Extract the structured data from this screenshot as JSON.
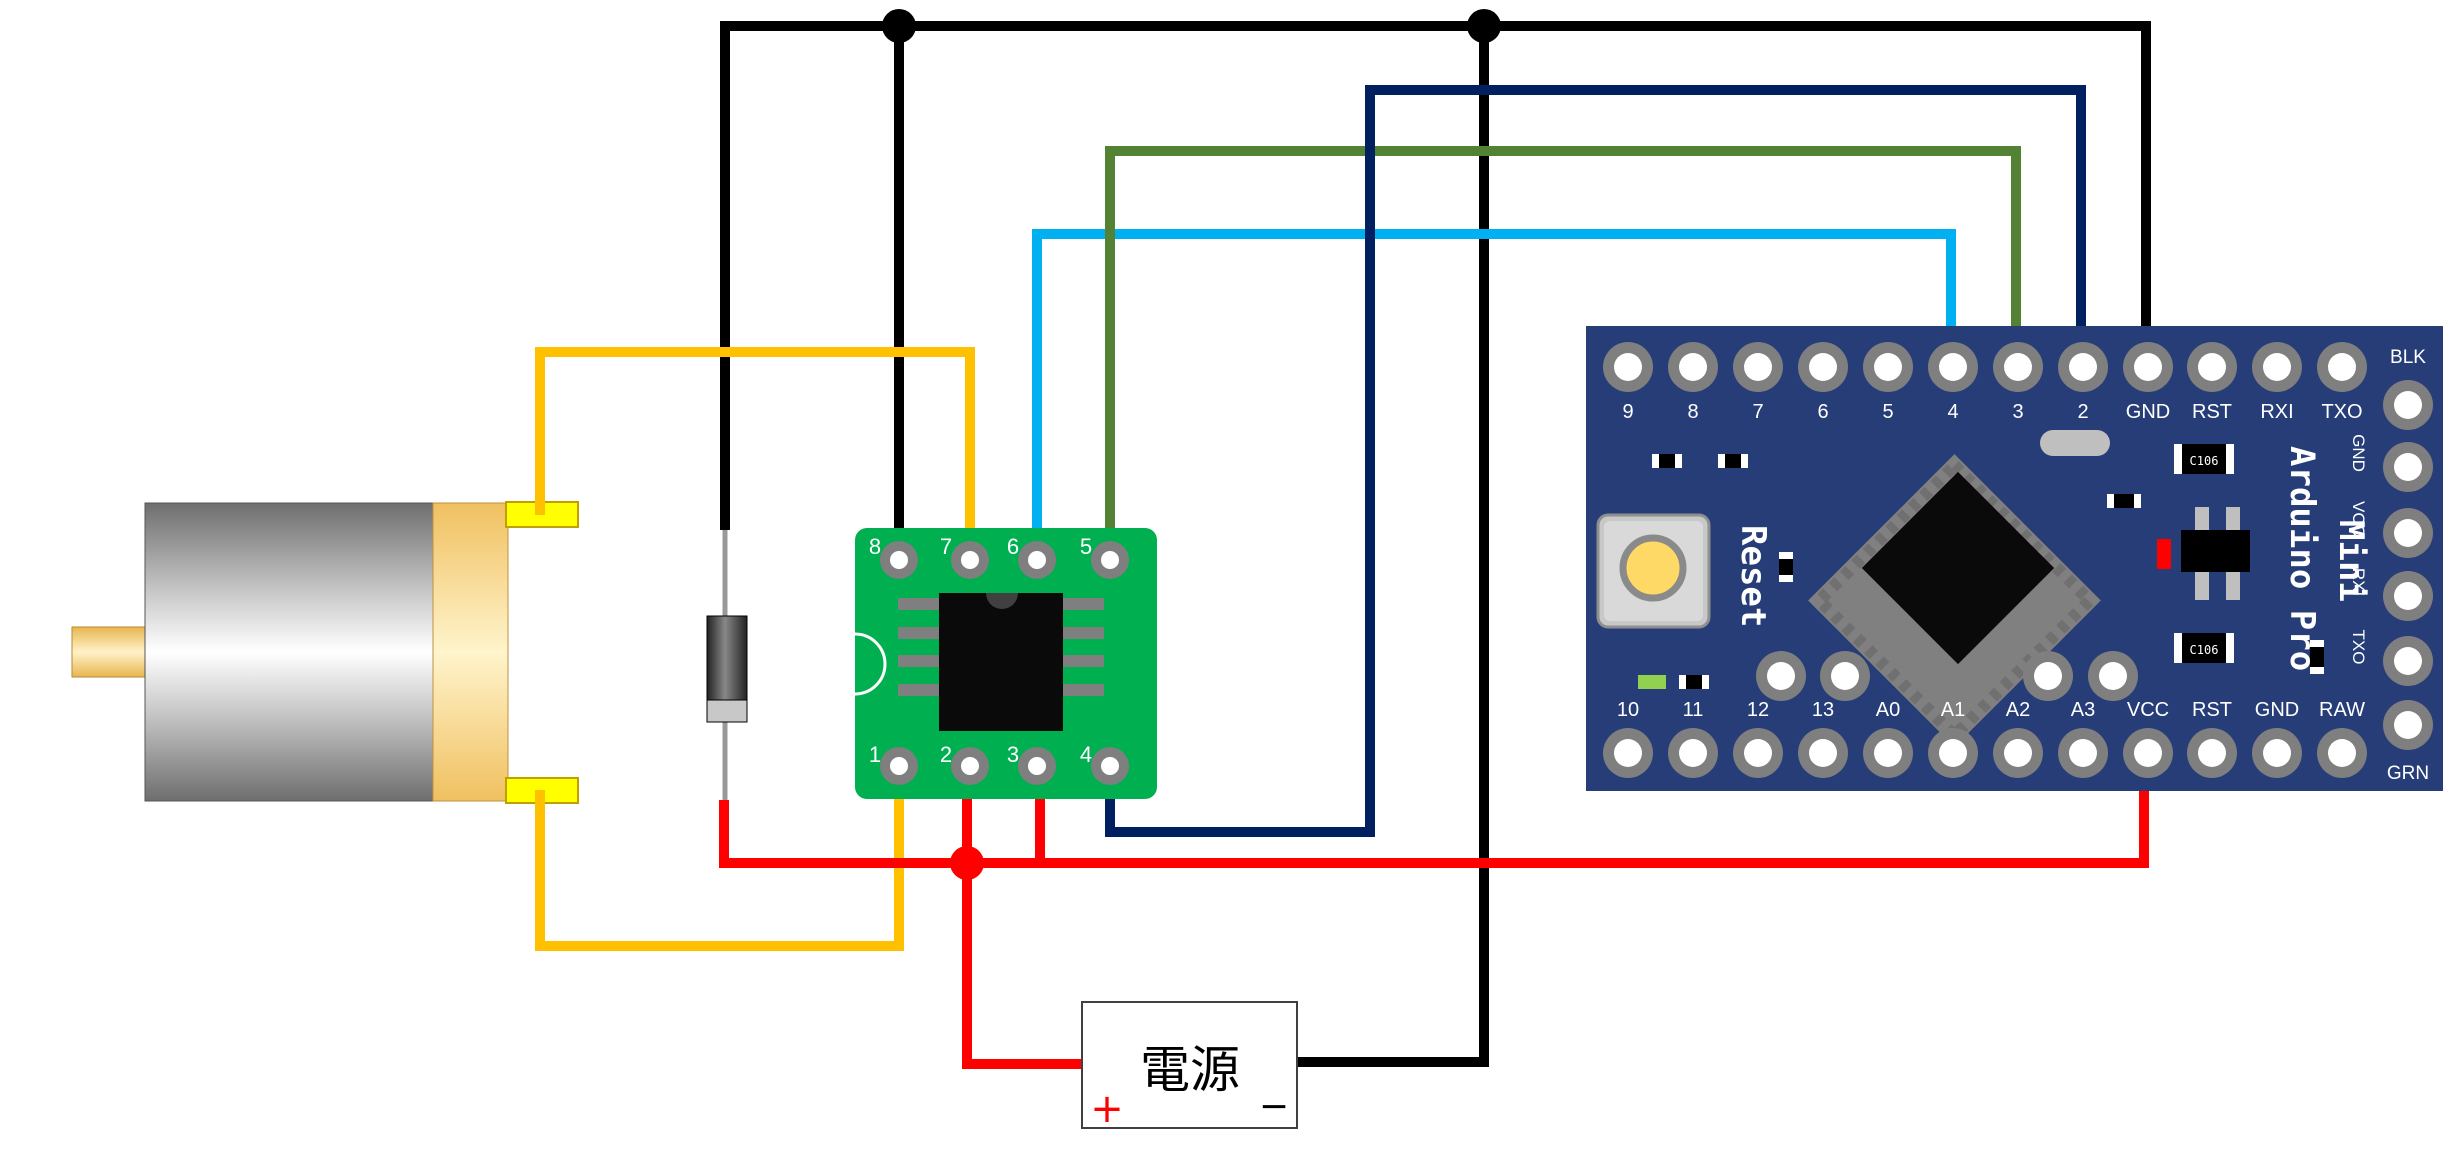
{
  "driver_ic": {
    "pin_labels": [
      "8",
      "7",
      "6",
      "5",
      "1",
      "2",
      "3",
      "4"
    ]
  },
  "arduino": {
    "top_pins": [
      "9",
      "8",
      "7",
      "6",
      "5",
      "4",
      "3",
      "2",
      "GND",
      "RST",
      "RXI",
      "TXO"
    ],
    "bottom_pins": [
      "10",
      "11",
      "12",
      "13",
      "A0",
      "A1",
      "A2",
      "A3",
      "VCC",
      "RST",
      "GND",
      "RAW"
    ],
    "side_pins": [
      "BLK",
      "GND",
      "VCC",
      "RXI",
      "TXO",
      "GRN"
    ],
    "board_name": "Arduino Pro",
    "board_model": "Mini",
    "reset_label": "Reset",
    "cap_labels": [
      "C106",
      "C106"
    ]
  },
  "power_supply": {
    "label": "電源",
    "plus": "+",
    "minus": "−"
  },
  "colors": {
    "gnd_wire": "#000000",
    "vcc_wire": "#ff0000",
    "motor_wire": "#ffc000",
    "pin4_wire": "#00b0f0",
    "pin3_wire": "#548235",
    "pin2_wire": "#002060",
    "board": "#263d78",
    "driver_pcb": "#00b050"
  }
}
